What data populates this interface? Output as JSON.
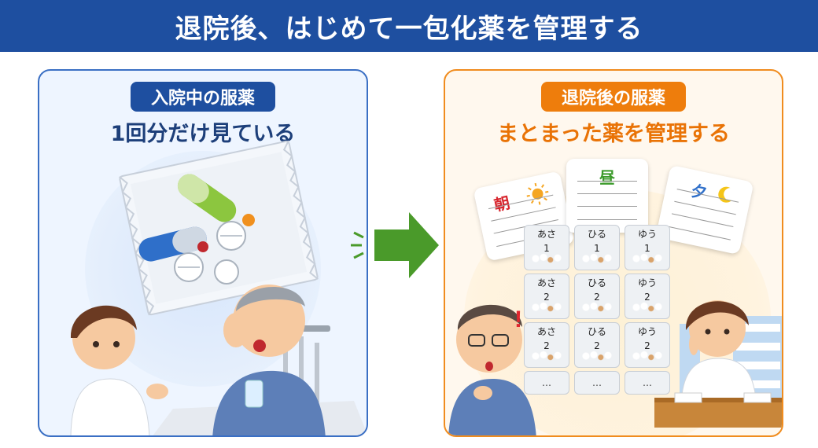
{
  "title": "退院後、はじめて一包化薬を管理する",
  "left": {
    "label": "入院中の服薬",
    "subtitle": "1回分だけ見ている"
  },
  "right": {
    "label": "退院後の服薬",
    "subtitle": "まとまった薬を管理する",
    "cards": {
      "morning": "朝",
      "noon": "昼",
      "evening": "夕"
    },
    "pockets": [
      [
        "あさ",
        "1"
      ],
      [
        "ひる",
        "1"
      ],
      [
        "ゆう",
        "1"
      ],
      [
        "あさ",
        "2"
      ],
      [
        "ひる",
        "2"
      ],
      [
        "ゆう",
        "2"
      ],
      [
        "あさ",
        "2"
      ],
      [
        "ひる",
        "2"
      ],
      [
        "ゆう",
        "2"
      ]
    ],
    "more": "…",
    "exclaim": "!"
  },
  "colors": {
    "title_bg": "#1e4fa0",
    "blue_accent": "#1e4fa0",
    "orange_accent": "#ee7d0c",
    "arrow_green": "#4a9a2a"
  }
}
